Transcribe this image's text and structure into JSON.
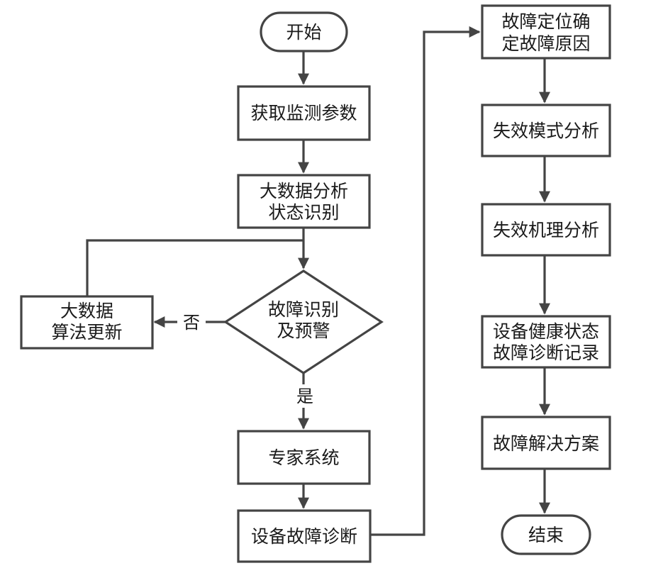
{
  "nodes": {
    "start": {
      "lines": [
        "开始"
      ]
    },
    "get_params": {
      "lines": [
        "获取监测参数"
      ]
    },
    "bigdata": {
      "lines": [
        "大数据分析",
        "状态识别"
      ]
    },
    "decision": {
      "lines": [
        "故障识别",
        "及预警"
      ]
    },
    "update": {
      "lines": [
        "大数据",
        "算法更新"
      ]
    },
    "expert": {
      "lines": [
        "专家系统"
      ]
    },
    "diagnose": {
      "lines": [
        "设备故障诊断"
      ]
    },
    "locate": {
      "lines": [
        "故障定位确",
        "定故障原因"
      ]
    },
    "failmode": {
      "lines": [
        "失效模式分析"
      ]
    },
    "mechanism": {
      "lines": [
        "失效机理分析"
      ]
    },
    "record": {
      "lines": [
        "设备健康状态",
        "故障诊断记录"
      ]
    },
    "solution": {
      "lines": [
        "故障解决方案"
      ]
    },
    "end": {
      "lines": [
        "结束"
      ]
    }
  },
  "edge_labels": {
    "no": "否",
    "yes": "是"
  }
}
